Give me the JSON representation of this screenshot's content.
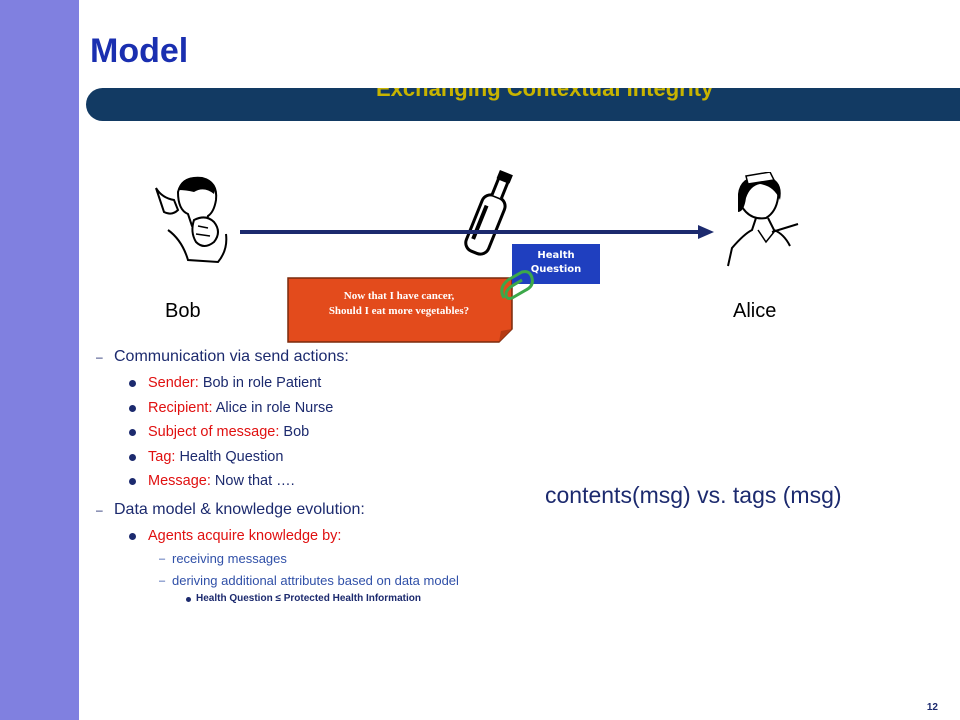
{
  "slide": {
    "title": "Model",
    "banner_text": "Exchanging Contextual Integrity",
    "page_number": "12"
  },
  "colors": {
    "left_bar": "#8080e0",
    "title": "#1a2fb0",
    "banner": "#123a63",
    "tag_box": "#1f3fbf",
    "message_note": "#e34b1c",
    "highlight_red": "#e01010",
    "text": "#1c2a6e"
  },
  "figure": {
    "sender_name": "Bob",
    "receiver_name": "Alice",
    "sender_icon": "man-sneezing-icon",
    "bottle_icon": "message-bottle-icon",
    "receiver_icon": "nurse-icon",
    "tag_label": "Health Question",
    "message_line1": "Now that I have cancer,",
    "message_line2": "Should I eat more vegetables?"
  },
  "content": {
    "section1": "Communication via send actions:",
    "items": [
      {
        "label": "Sender:",
        "value": " Bob in role Patient"
      },
      {
        "label": "Recipient:",
        "value": " Alice in role Nurse"
      },
      {
        "label": "Subject of message:",
        "value": " Bob"
      },
      {
        "label": "Tag:",
        "value": " Health Question"
      },
      {
        "label": "Message:",
        "value": " Now that …."
      }
    ],
    "section2": "Data model & knowledge evolution:",
    "acquire": "Agents acquire knowledge by:",
    "sub1": "receiving messages",
    "sub2": "deriving additional attributes based on data model",
    "sub3": "Health Question  ≤ Protected Health Information"
  },
  "contents_vs_tags": "contents(msg) vs. tags (msg)"
}
